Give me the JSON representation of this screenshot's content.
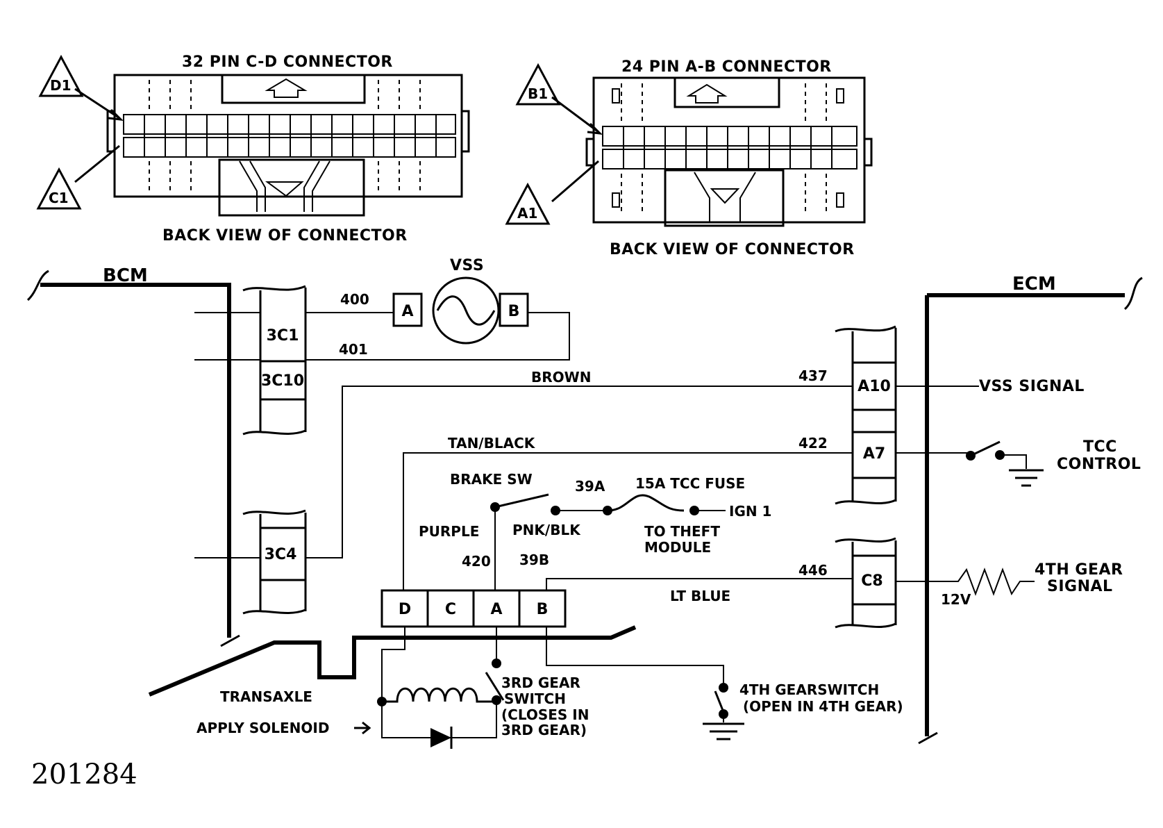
{
  "connectors": {
    "c_d": {
      "title": "32 PIN C-D CONNECTOR",
      "back_view": "BACK VIEW OF CONNECTOR",
      "pin_top": "D1",
      "pin_bottom": "C1"
    },
    "a_b": {
      "title": "24 PIN A-B CONNECTOR",
      "back_view": "BACK VIEW OF CONNECTOR",
      "pin_top": "B1",
      "pin_bottom": "A1"
    }
  },
  "modules": {
    "bcm": "BCM",
    "ecm": "ECM"
  },
  "vss": {
    "label": "VSS",
    "terminal_a": "A",
    "terminal_b": "B"
  },
  "bcm_pins": {
    "p1": "3C1",
    "p2": "3C10",
    "p3": "3C4"
  },
  "ecm_pins": {
    "p1": "A10",
    "p2": "A7",
    "p3": "C8"
  },
  "circuits": {
    "c400": "400",
    "c401": "401",
    "c437": "437",
    "c422": "422",
    "c446": "446",
    "c39a": "39A",
    "c420": "420",
    "c39b": "39B"
  },
  "wire_colors": {
    "brown": "BROWN",
    "tan_black": "TAN/BLACK",
    "purple": "PURPLE",
    "pnk_blk": "PNK/BLK",
    "lt_blue": "LT BLUE"
  },
  "ecm_outputs": {
    "vss_signal": "VSS SIGNAL",
    "tcc_1": "TCC",
    "tcc_2": "CONTROL",
    "gear4_1": "4TH GEAR",
    "gear4_2": "SIGNAL",
    "volt": "12V"
  },
  "brake": {
    "label": "BRAKE SW",
    "fuse": "15A TCC FUSE",
    "ign": "IGN 1",
    "theft_1": "TO THEFT",
    "theft_2": "MODULE"
  },
  "transaxle": {
    "pins": [
      "D",
      "C",
      "A",
      "B"
    ],
    "label_1": "TRANSAXLE",
    "label_2": "APPLY SOLENOID",
    "gear3_1": "3RD GEAR",
    "gear3_2": "SWITCH",
    "gear3_3": "(CLOSES IN",
    "gear3_4": "3RD GEAR)",
    "gear4_1": "4TH GEARSWITCH",
    "gear4_2": "(OPEN IN 4TH GEAR)"
  },
  "figure_number": "201284"
}
